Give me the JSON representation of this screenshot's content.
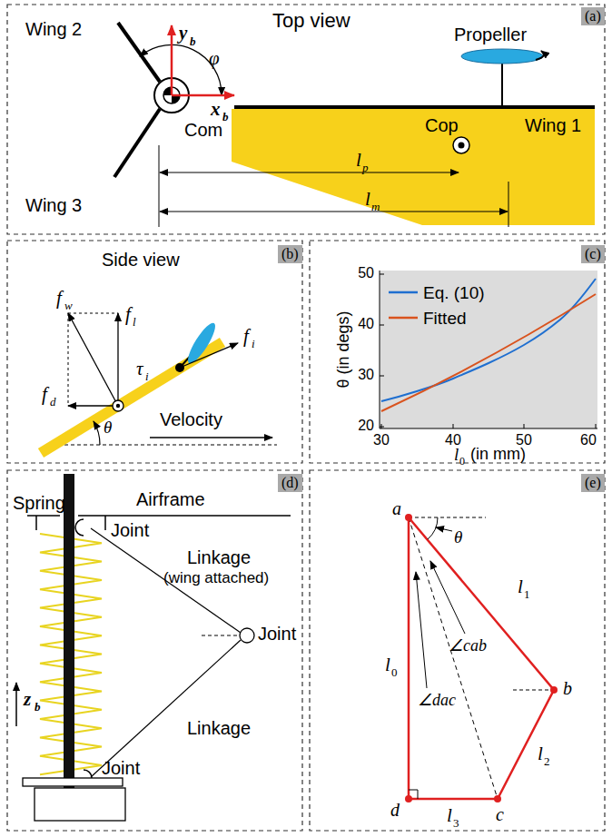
{
  "diagram": {
    "nodes": [
      {
        "text": [
          "(a)"
        ]
      },
      {
        "text": [
          "(b)"
        ]
      },
      {
        "text": [
          "(c)"
        ]
      },
      {
        "text": [
          "(d)"
        ]
      },
      {
        "text": [
          "(e)"
        ]
      }
    ],
    "labels": [
      "Top view",
      "Wing 2",
      "y",
      "b",
      "φ",
      "x",
      "b",
      "Propeller",
      "Com",
      "Cop",
      "l",
      "p",
      "Wing 1",
      "l",
      "m",
      "Wing 3",
      "Side view",
      "f",
      "w",
      "f",
      "l",
      "f",
      "d",
      "f",
      "i",
      "τ",
      "i",
      "θ",
      "Velocity",
      "θ (in degs)",
      "50",
      "40",
      "30",
      "20",
      "30",
      "40",
      "50",
      "60",
      "l",
      "0",
      "(in mm)",
      "Airframe",
      "Joint",
      "Spring",
      "Linkage",
      "(wing attached)",
      "Joint",
      "z",
      "b",
      "Linkage",
      "Joint",
      "a",
      "θ",
      "∠cab",
      "∠dac",
      "l",
      "1",
      "b",
      "l",
      "0",
      "l",
      "2",
      "d",
      "c",
      "l",
      "3"
    ],
    "legend": [
      {
        "text": "Eq. (10)"
      },
      {
        "text": "Fitted"
      }
    ]
  }
}
